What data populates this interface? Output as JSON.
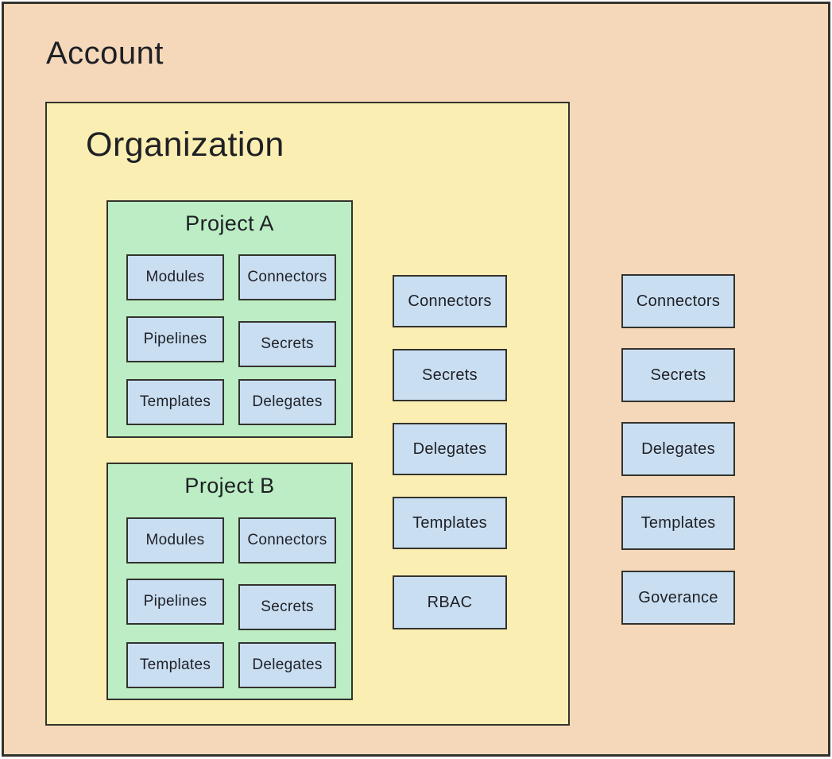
{
  "colors": {
    "account-bg": "#f5d8ba",
    "org-bg": "#fbeeb2",
    "project-bg": "#bcedc4",
    "resource-bg": "#cadef2",
    "line": "#33332d",
    "text": "#1e2025"
  },
  "account": {
    "label": "Account",
    "resources": [
      "Connectors",
      "Secrets",
      "Delegates",
      "Templates",
      "Goverance"
    ],
    "organization": {
      "label": "Organization",
      "resources": [
        "Connectors",
        "Secrets",
        "Delegates",
        "Templates",
        "RBAC"
      ],
      "projects": [
        {
          "label": "Project A",
          "resources": [
            "Modules",
            "Connectors",
            "Pipelines",
            "Secrets",
            "Templates",
            "Delegates"
          ]
        },
        {
          "label": "Project B",
          "resources": [
            "Modules",
            "Connectors",
            "Pipelines",
            "Secrets",
            "Templates",
            "Delegates"
          ]
        }
      ]
    }
  }
}
